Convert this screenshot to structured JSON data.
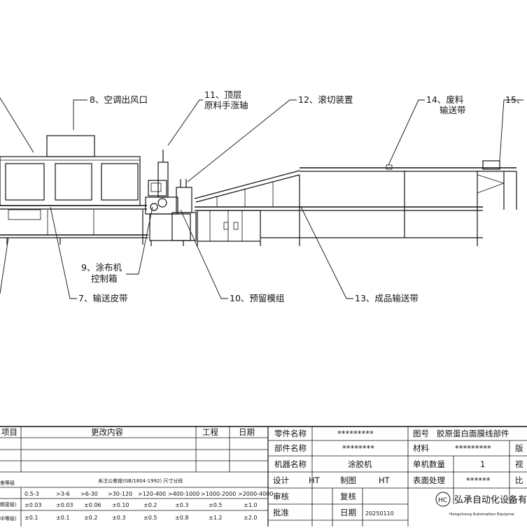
{
  "callouts": [
    {
      "id": "c8",
      "line1": "8、空调出风口",
      "line2": ""
    },
    {
      "id": "c11",
      "line1": "11、顶层",
      "line2": "原料手涨轴"
    },
    {
      "id": "c12",
      "line1": "12、滚切装置",
      "line2": ""
    },
    {
      "id": "c14",
      "line1": "14、废料",
      "line2": "输送带"
    },
    {
      "id": "c15",
      "line1": "15、",
      "line2": ""
    },
    {
      "id": "c9",
      "line1": "9、涂布机",
      "line2": "控制箱"
    },
    {
      "id": "c7",
      "line1": "7、输送皮带",
      "line2": ""
    },
    {
      "id": "c10",
      "line1": "10、预留模组",
      "line2": ""
    },
    {
      "id": "c13",
      "line1": "13、成品输送带",
      "line2": ""
    }
  ],
  "revision_block": {
    "col_item": "项目",
    "col_content": "更改内容",
    "col_engineer": "工程",
    "col_date": "日期"
  },
  "tolerance": {
    "title": "未注公差按(GB/1804-1992)  尺寸分段",
    "grade_label": "差等级",
    "row_label_1": "精密级)",
    "row_label_2": "中等级)",
    "ranges": [
      "0.5-3",
      ">3-6",
      ">6-30",
      ">30-120",
      ">120-400",
      ">400-1000",
      ">1000-2000",
      ">2000-4000"
    ],
    "row1": [
      "±0.03",
      "±0.03",
      "±0.06",
      "±0.10",
      "±0.2",
      "±0.3",
      "±0.5",
      "±1.0"
    ],
    "row2": [
      "±0.1",
      "±0.1",
      "±0.2",
      "±0.3",
      "±0.5",
      "±0.8",
      "±1.2",
      "±2.0"
    ]
  },
  "title_block": {
    "part_name_label": "零件名称",
    "part_name_value": "*********",
    "component_label": "部件名称",
    "component_value": "********",
    "machine_label": "机器名称",
    "machine_value": "涂胶机",
    "drawing_no_label": "图号",
    "drawing_no_value": "胶原蛋白面膜线部件",
    "material_label": "材料",
    "material_value": "*********",
    "version_label": "版",
    "qty_label": "单机数量",
    "qty_value": "1",
    "view_label": "视",
    "surface_label": "表面处理",
    "surface_value": "******",
    "scale_label": "比",
    "design_label": "设计",
    "design_value": "HT",
    "draw_label": "制图",
    "draw_value": "HT",
    "check_label": "审核",
    "review_label": "复核",
    "approve_label": "批准",
    "date_label": "日期",
    "date_value": "20250110",
    "company_cn": "弘承自动化设备有",
    "company_en": "Hongcheng Automation Equipme",
    "logo_text": "HC"
  },
  "colors": {
    "ink": "#111111",
    "paper": "#ffffff"
  }
}
